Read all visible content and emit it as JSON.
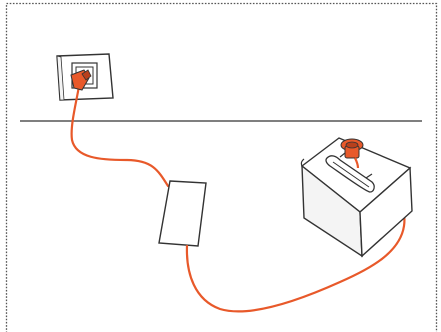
{
  "diagram": {
    "description_free": true,
    "parts": [
      {
        "id": "wall-outlet-icon"
      },
      {
        "id": "charger-box"
      },
      {
        "id": "battery-icon"
      },
      {
        "id": "charging-cable"
      },
      {
        "id": "floor-line"
      }
    ]
  },
  "colors": {
    "cable": "#e8592a",
    "plug": "#e8592a",
    "plug_dark": "#b8401c",
    "stroke": "#333333",
    "battery_fill": "#f4f4f4",
    "battery_top": "#ffffff",
    "frame_dots": "#555555",
    "background": "#ffffff"
  }
}
